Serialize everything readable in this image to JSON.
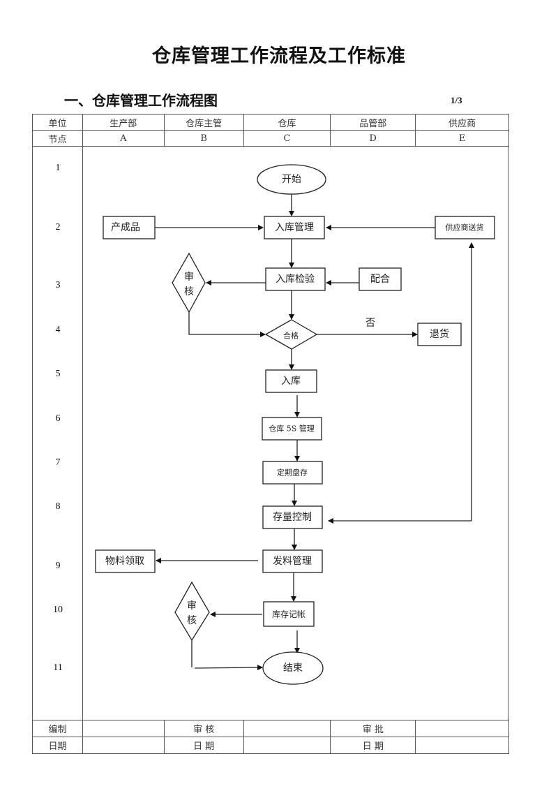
{
  "document": {
    "title": "仓库管理工作流程及工作标准",
    "section_heading": "一、仓库管理工作流程图",
    "page_indicator": "1/3"
  },
  "header_table": {
    "row_unit": {
      "label": "单位",
      "columns": [
        "生产部",
        "仓库主管",
        "仓库",
        "品管部",
        "供应商"
      ]
    },
    "row_node": {
      "label": "节点",
      "columns": [
        "A",
        "B",
        "C",
        "D",
        "E"
      ]
    }
  },
  "step_numbers": [
    "1",
    "2",
    "3",
    "4",
    "5",
    "6",
    "7",
    "8",
    "9",
    "10",
    "11"
  ],
  "flowchart": {
    "nodes": {
      "start": {
        "label": "开始",
        "shape": "ellipse"
      },
      "finished_goods": {
        "label": "产成品",
        "shape": "rect"
      },
      "inbound_mgmt": {
        "label": "入库管理",
        "shape": "rect"
      },
      "supplier_delivery": {
        "label": "供应商送货",
        "shape": "rect"
      },
      "review_1": {
        "label_line1": "审",
        "label_line2": "核",
        "shape": "diamond"
      },
      "inbound_inspection": {
        "label": "入库检验",
        "shape": "rect"
      },
      "cooperate": {
        "label": "配合",
        "shape": "rect"
      },
      "qualified": {
        "label": "合格",
        "shape": "diamond"
      },
      "return_goods": {
        "label": "退货",
        "shape": "rect"
      },
      "warehousing": {
        "label": "入库",
        "shape": "rect"
      },
      "warehouse_5s": {
        "label": "仓库 5S 管理",
        "shape": "rect"
      },
      "periodic_count": {
        "label": "定期盘存",
        "shape": "rect"
      },
      "inventory_control": {
        "label": "存量控制",
        "shape": "rect"
      },
      "material_pickup": {
        "label": "物料领取",
        "shape": "rect"
      },
      "issue_mgmt": {
        "label": "发料管理",
        "shape": "rect"
      },
      "review_2": {
        "label_line1": "审",
        "label_line2": "核",
        "shape": "diamond"
      },
      "inventory_booking": {
        "label": "库存记帐",
        "shape": "rect"
      },
      "end": {
        "label": "结束",
        "shape": "ellipse"
      }
    },
    "edge_labels": {
      "reject": "否"
    },
    "edges": [
      [
        "start",
        "inbound_mgmt"
      ],
      [
        "finished_goods",
        "inbound_mgmt"
      ],
      [
        "supplier_delivery",
        "inbound_mgmt"
      ],
      [
        "inbound_mgmt",
        "inbound_inspection"
      ],
      [
        "inbound_inspection",
        "review_1"
      ],
      [
        "cooperate",
        "inbound_inspection"
      ],
      [
        "inbound_inspection",
        "qualified"
      ],
      [
        "review_1",
        "qualified"
      ],
      [
        "qualified",
        "return_goods"
      ],
      [
        "qualified",
        "warehousing"
      ],
      [
        "warehousing",
        "warehouse_5s"
      ],
      [
        "warehouse_5s",
        "periodic_count"
      ],
      [
        "periodic_count",
        "inventory_control"
      ],
      [
        "inventory_control",
        "supplier_delivery"
      ],
      [
        "supplier_delivery",
        "inventory_control"
      ],
      [
        "inventory_control",
        "issue_mgmt"
      ],
      [
        "issue_mgmt",
        "material_pickup"
      ],
      [
        "issue_mgmt",
        "inventory_booking"
      ],
      [
        "inventory_booking",
        "review_2"
      ],
      [
        "inventory_booking",
        "end"
      ],
      [
        "review_2",
        "end"
      ]
    ]
  },
  "footer_table": {
    "row1": [
      "编制",
      "",
      "审 核",
      "",
      "审 批",
      ""
    ],
    "row2": [
      "日期",
      "",
      "日 期",
      "",
      "日 期",
      ""
    ]
  }
}
